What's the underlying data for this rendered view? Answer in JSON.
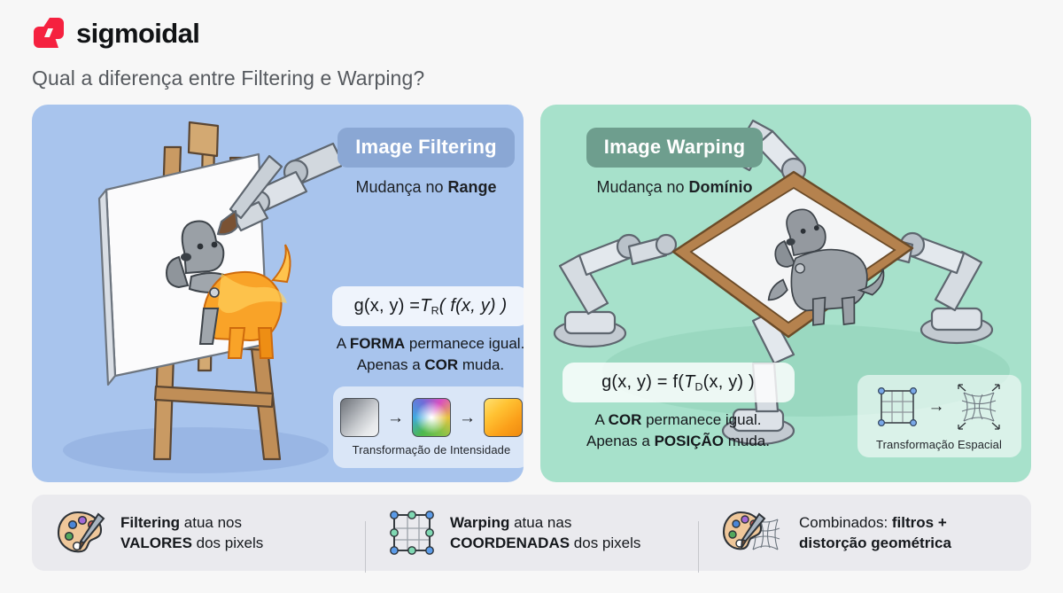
{
  "brand": {
    "name": "sigmoidal",
    "logo_icon": "sigmoidal-bolt-logo",
    "logo_color": "#F5213F"
  },
  "header": {
    "title": "Qual a diferença entre Filtering e Warping?"
  },
  "panels": {
    "left": {
      "badge": "Image Filtering",
      "badge_color": "#8AA7D4",
      "background_color": "#A8C4ED",
      "subtitle_prefix": "Mudança no ",
      "subtitle_emphasis": "Range",
      "formula": {
        "lhs": "g(x, y) = ",
        "operator": "T",
        "subscript": "R",
        "rhs": "( f(x, y) )"
      },
      "caption_line1_prefix": "A ",
      "caption_line1_emphasis": "FORMA",
      "caption_line1_suffix": " permanece igual.",
      "caption_line2_prefix": "Apenas a ",
      "caption_line2_emphasis": "COR",
      "caption_line2_suffix": " muda.",
      "mini_card": {
        "label": "Transformação de Intensidade",
        "swatches": [
          "gray-gradient-swatch",
          "rainbow-swatch",
          "orange-swatch"
        ],
        "arrow": "→"
      },
      "illustration": "easel-canvas-dog-robot-paintbrush"
    },
    "right": {
      "badge": "Image Warping",
      "badge_color": "#6E9E8E",
      "background_color": "#A7E1CB",
      "subtitle_prefix": "Mudança no ",
      "subtitle_emphasis": "Domínio",
      "formula": {
        "lhs": "g(x, y) = f( ",
        "operator": "T",
        "subscript": "D",
        "rhs": "(x, y) )"
      },
      "caption_line1_prefix": "A ",
      "caption_line1_emphasis": "COR",
      "caption_line1_suffix": " permanece igual.",
      "caption_line2_prefix": "Apenas a ",
      "caption_line2_emphasis": "POSIÇÃO",
      "caption_line2_suffix": " muda.",
      "mini_card": {
        "label": "Transformação Espacial",
        "arrow": "→",
        "before": "regular-grid",
        "after": "warped-mesh"
      },
      "illustration": "four-robot-arms-stretching-framed-dog-canvas"
    }
  },
  "footer": {
    "items": [
      {
        "icon": "paint-palette-icon",
        "line1_emphasis": "Filtering",
        "line1_rest": " atua nos",
        "line2_emphasis": "VALORES",
        "line2_rest": " dos pixels"
      },
      {
        "icon": "control-point-grid-icon",
        "line1_emphasis": "Warping",
        "line1_rest": " atua nas",
        "line2_emphasis": "COORDENADAS",
        "line2_rest": " dos pixels"
      },
      {
        "icon": "palette-and-warped-grid-icon",
        "line1_rest": "Combinados: ",
        "line1_emphasis": "filtros +",
        "line2_emphasis": "distorção geométrica",
        "line2_rest": ""
      }
    ]
  }
}
